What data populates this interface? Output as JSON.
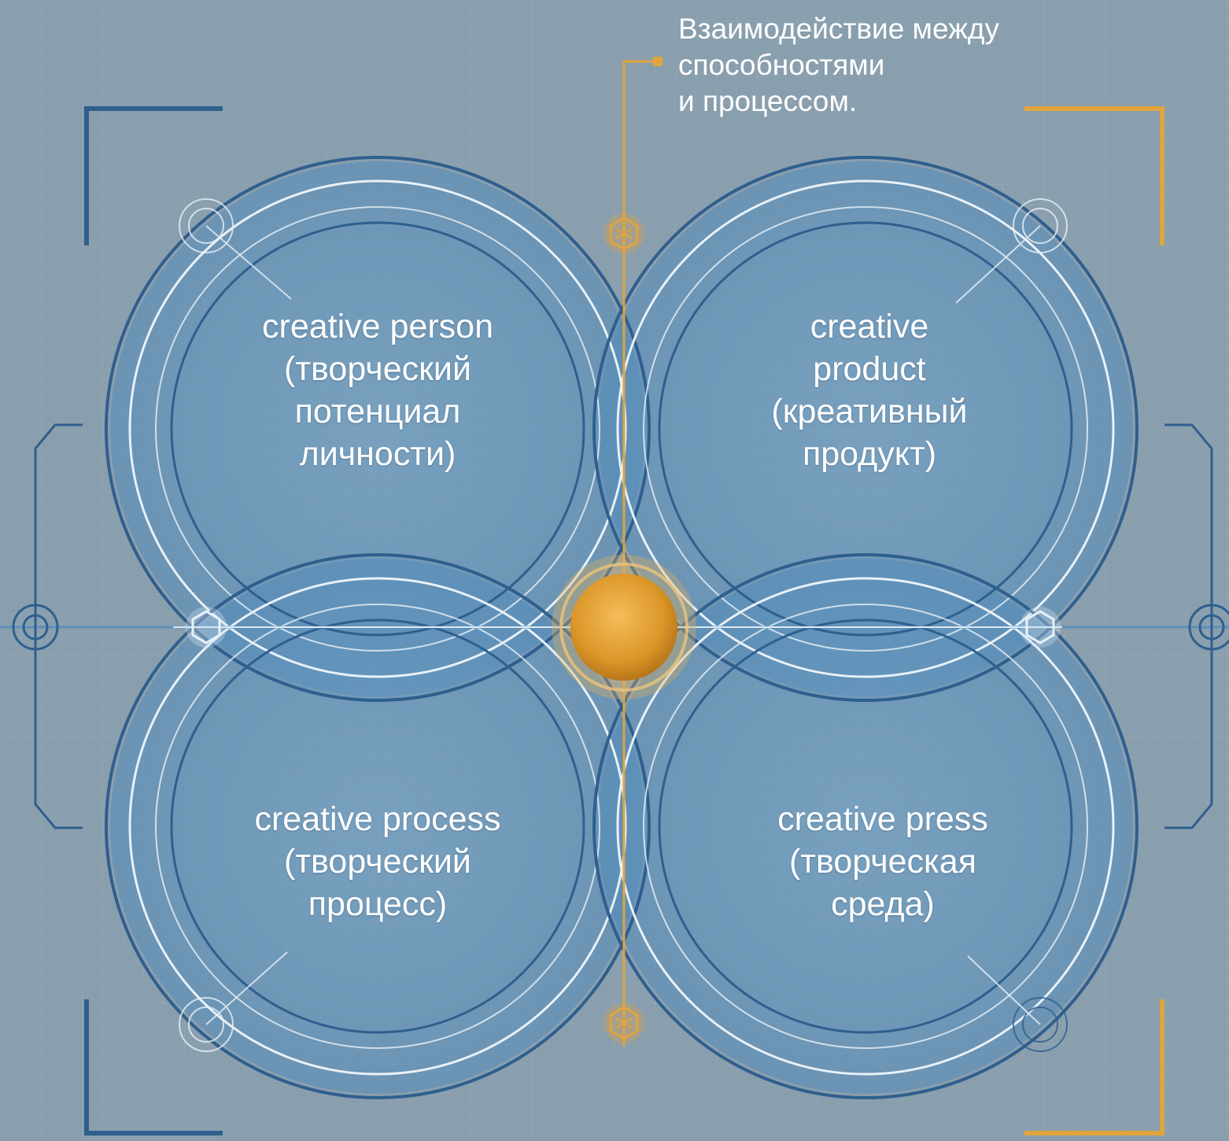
{
  "callout": {
    "lines": [
      "Взаимодействие между",
      "способностями",
      "и процессом."
    ]
  },
  "quadrants": {
    "person": {
      "lines": [
        "creative person",
        "(творческий",
        "потенциал",
        "личности)"
      ]
    },
    "product": {
      "lines": [
        "creative",
        "product",
        "(креативный",
        "продукт)"
      ]
    },
    "process": {
      "lines": [
        "creative process",
        "(творческий",
        "процесс)"
      ]
    },
    "press": {
      "lines": [
        "creative press",
        "(творческая",
        "среда)"
      ]
    }
  },
  "colors": {
    "background": "#8a9fae",
    "ring_dark": "#2f5f8e",
    "ring_light": "#e8f1f8",
    "circle_fill": "#5f95bf",
    "accent_gold": "#e0a53c",
    "center_orb": "#dc9628"
  }
}
